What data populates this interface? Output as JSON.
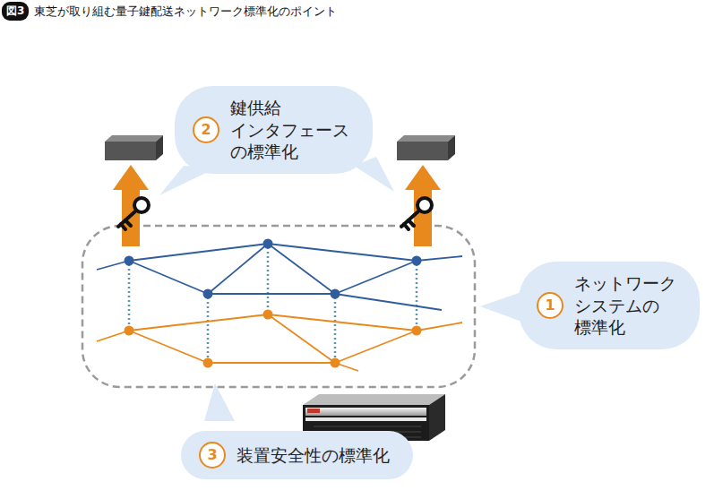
{
  "diagram": {
    "title": "東芝が取り組む量子鍵配送ネットワーク標準化のポイント",
    "nodes": [
      {
        "text": [
          "鍵供給 インタフェース の標準化"
        ]
      },
      {
        "text": [
          "2"
        ],
        "in": 0
      },
      {
        "text": [
          "ネットワーク システムの 標準化"
        ]
      },
      {
        "text": [
          "1"
        ],
        "in": 2
      },
      {
        "text": [
          "装置安全性の標準化"
        ]
      },
      {
        "text": [
          "3"
        ],
        "in": 4
      }
    ],
    "labels": [
      "図3"
    ]
  }
}
